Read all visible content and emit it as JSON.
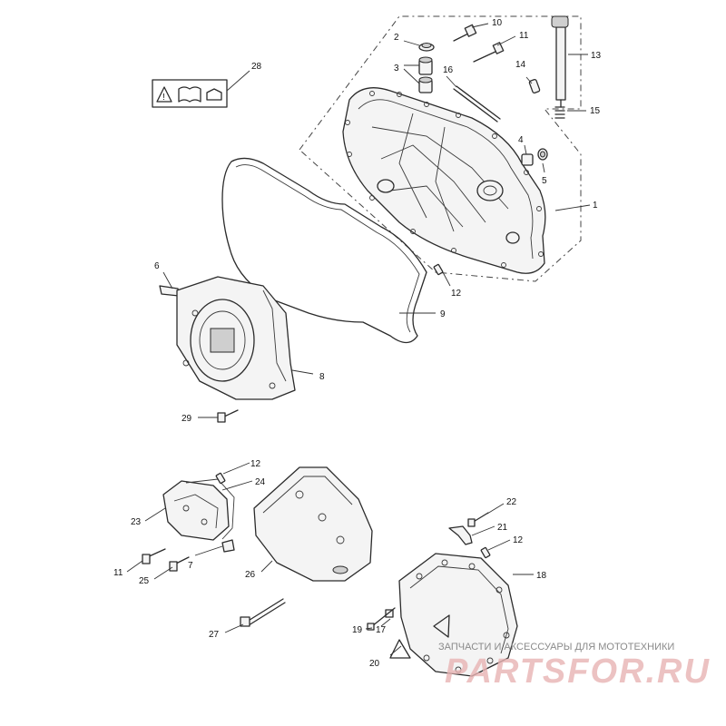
{
  "diagram": {
    "callouts": [
      "1",
      "2",
      "3",
      "4",
      "5",
      "6",
      "7",
      "8",
      "9",
      "10",
      "11",
      "12",
      "12",
      "12",
      "12",
      "13",
      "14",
      "15",
      "16",
      "17",
      "18",
      "19",
      "20",
      "21",
      "22",
      "23",
      "24",
      "25",
      "26",
      "27",
      "28",
      "29",
      "11"
    ]
  },
  "watermark": {
    "top_text": "ЗАПЧАСТИ И АКСЕССУАРЫ ДЛЯ МОТОТЕХНИКИ",
    "logo_text": "PARTSFOR.RU"
  }
}
